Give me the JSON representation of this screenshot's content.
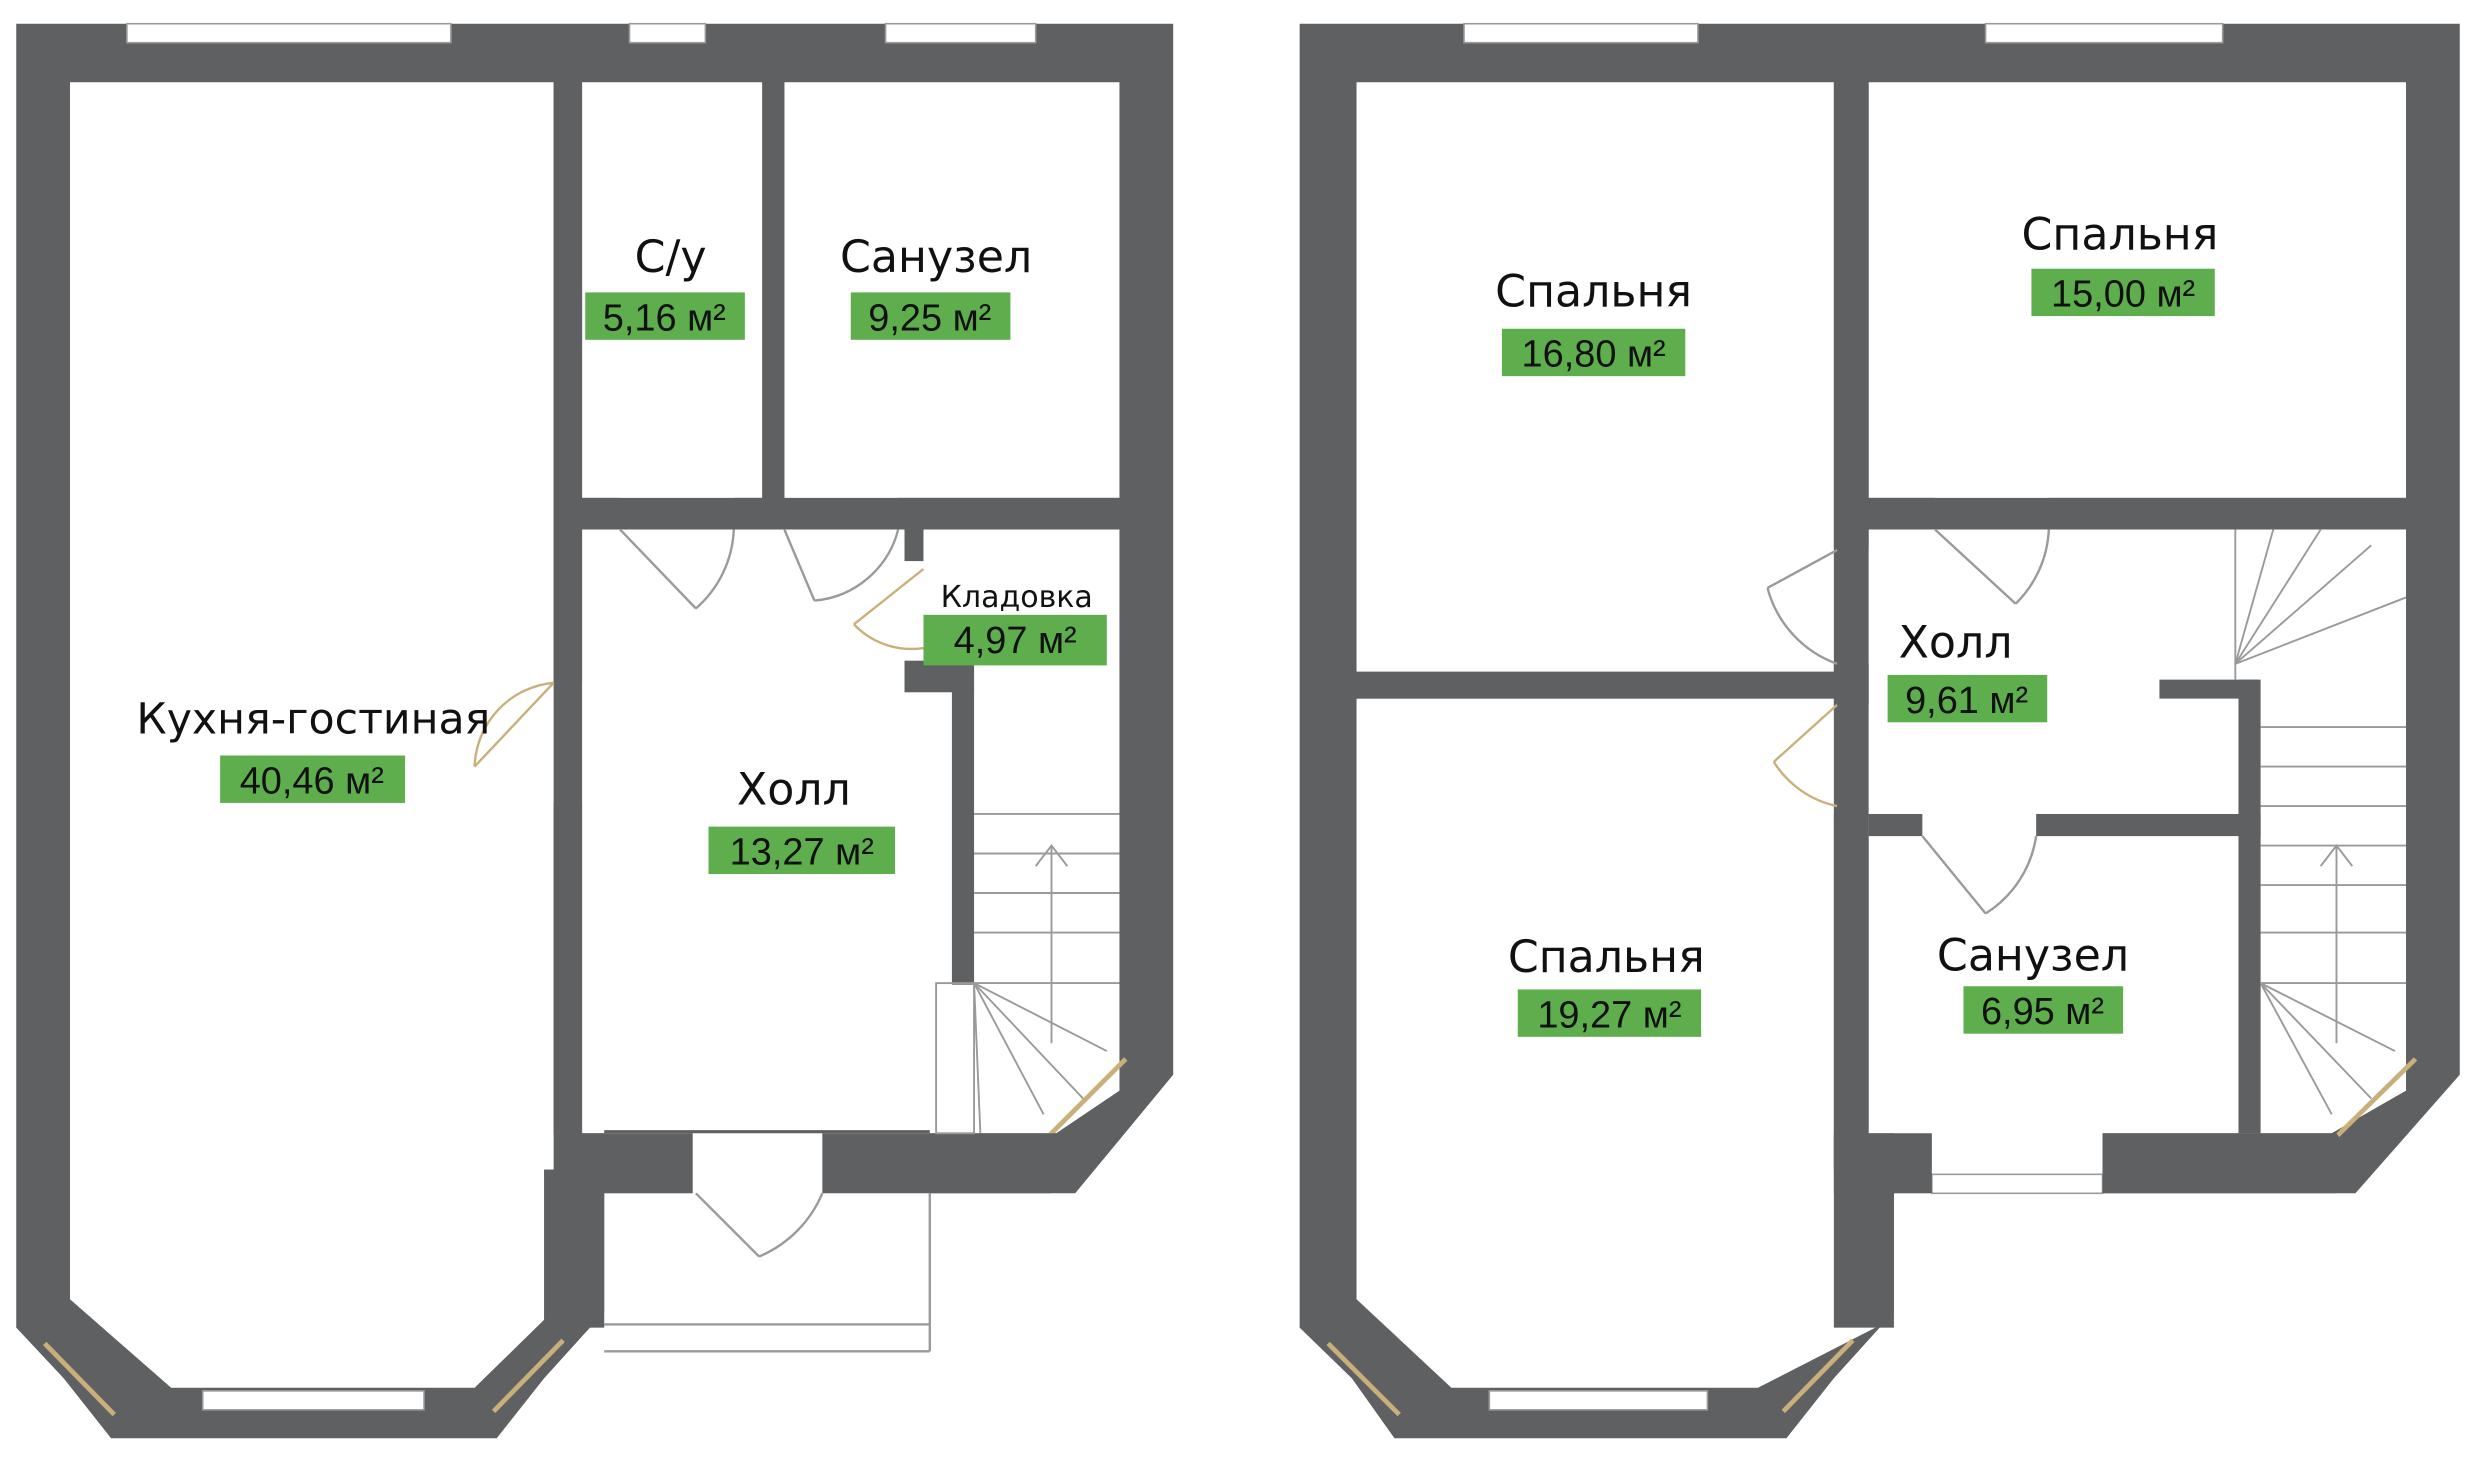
{
  "colors": {
    "wall": "#5f6062",
    "area_badge": "#5fae4e",
    "background": "#ffffff",
    "fixture_line": "#9a9a9a",
    "door_arc": "#c9b07a"
  },
  "floors": [
    {
      "rooms": [
        {
          "name": "Кухня-гостиная",
          "area": "40,46 м²"
        },
        {
          "name": "С/у",
          "area": "5,16 м²"
        },
        {
          "name": "Санузел",
          "area": "9,25 м²"
        },
        {
          "name": "Кладовка",
          "area": "4,97 м²"
        },
        {
          "name": "Холл",
          "area": "13,27 м²"
        }
      ]
    },
    {
      "rooms": [
        {
          "name": "Спальня",
          "area": "16,80 м²"
        },
        {
          "name": "Спальня",
          "area": "15,00 м²"
        },
        {
          "name": "Холл",
          "area": "9,61 м²"
        },
        {
          "name": "Спальня",
          "area": "19,27 м²"
        },
        {
          "name": "Санузел",
          "area": "6,95 м²"
        }
      ]
    }
  ]
}
